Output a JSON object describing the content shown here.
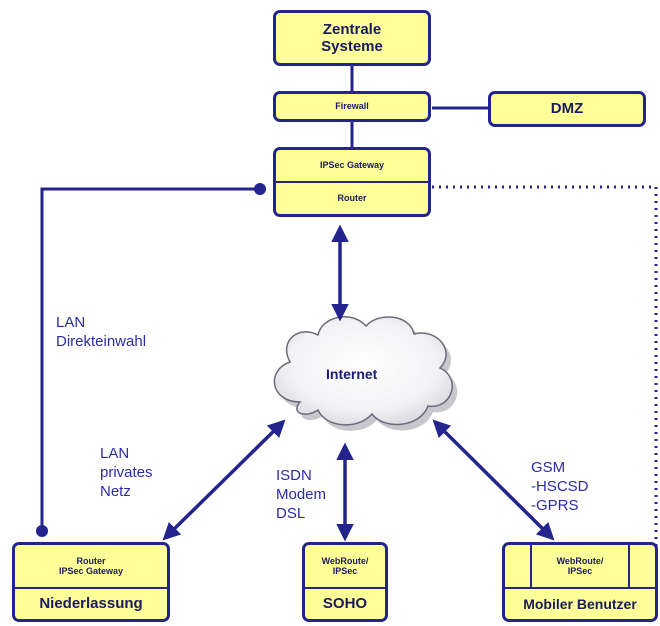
{
  "nodes": {
    "zentrale": "Zentrale\nSysteme",
    "firewall": "Firewall",
    "dmz": "DMZ",
    "gateway_top": "IPSec Gateway",
    "gateway_bottom": "Router",
    "internet": "Internet",
    "branch_router": "Router\nIPSec Gateway",
    "branch": "Niederlassung",
    "soho_device": "WebRoute/\nIPSec",
    "soho": "SOHO",
    "mobile_device": "WebRoute/\nIPSec",
    "mobile": "Mobiler Benutzer"
  },
  "labels": {
    "lan_dial": "LAN\nDirekteinwahl",
    "lan_private": "LAN\nprivates\nNetz",
    "isdn": "ISDN\nModem\nDSL",
    "gsm": "GSM\n-HSCSD\n-GPRS"
  },
  "colors": {
    "box_fill": "#ffff99",
    "line": "#24248f",
    "label": "#2b2ba8"
  }
}
